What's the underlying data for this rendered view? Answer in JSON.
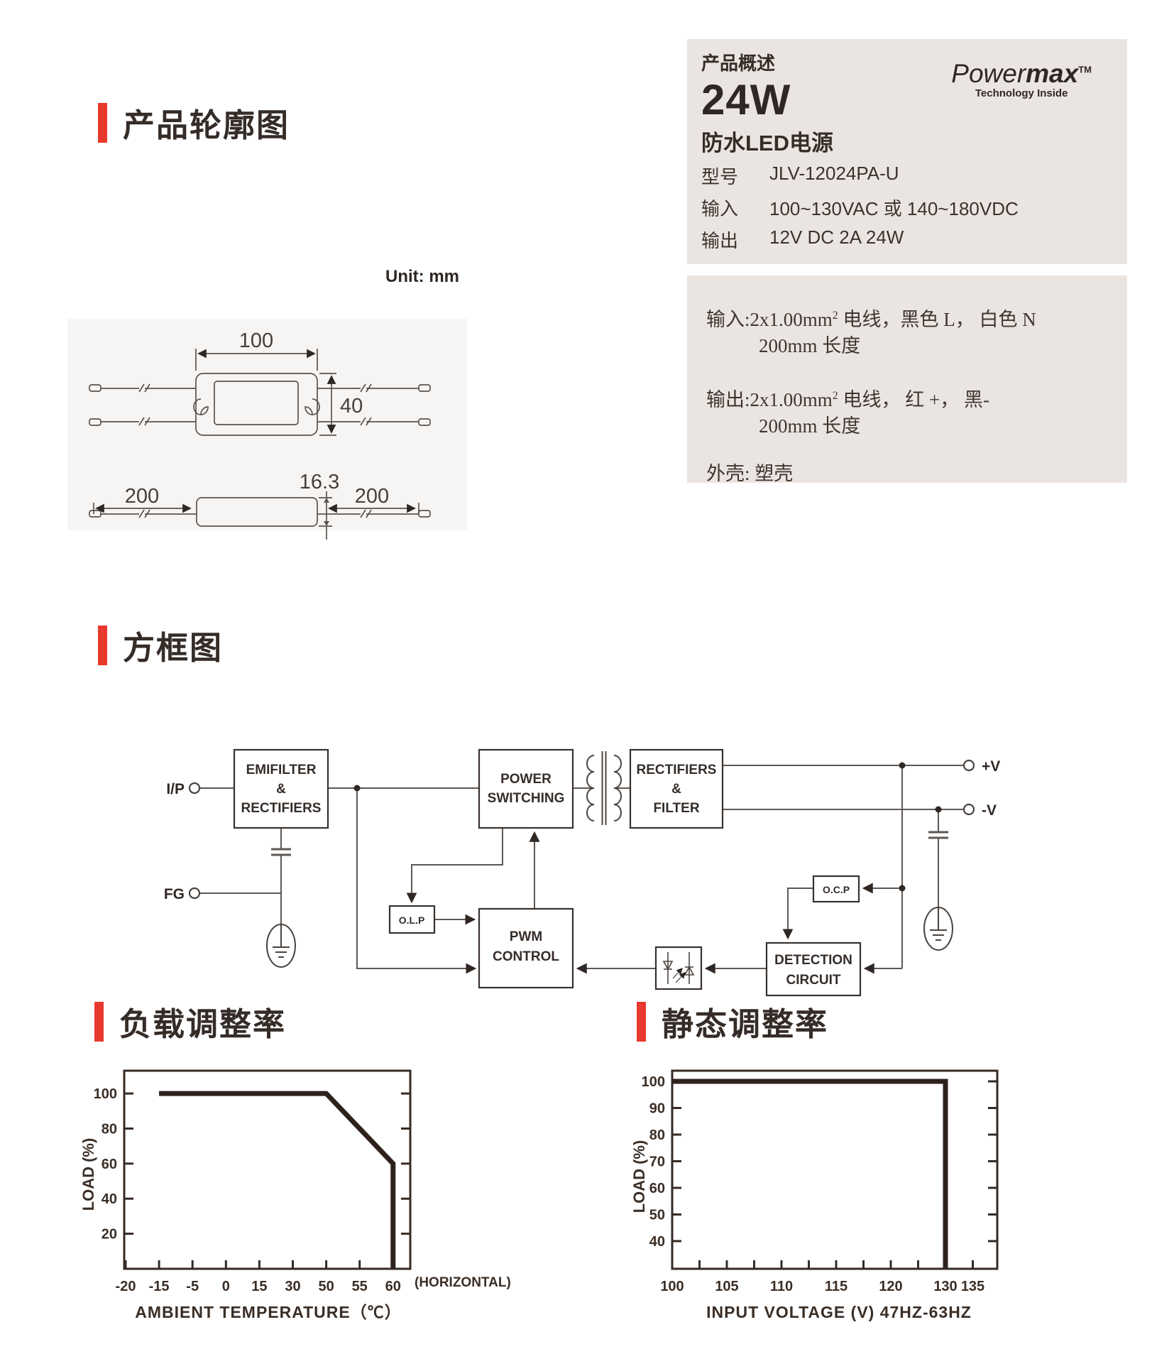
{
  "page": {
    "accent_red": "#e8392e",
    "panel_pink": "#ebe5e2",
    "panel_gray": "#f7f5f3",
    "ink": "#332b27"
  },
  "sections": {
    "outline": "产品轮廓图",
    "block": "方框图",
    "load_reg": "负载调整率",
    "static_reg": "静态调整率"
  },
  "overview": {
    "heading": "产品概述",
    "power": "24W",
    "subtitle": "防水LED电源",
    "rows": [
      {
        "label": "型号",
        "value": "JLV-12024PA-U"
      },
      {
        "label": "输入",
        "value": "100~130VAC 或 140~180VDC"
      },
      {
        "label": "输出",
        "value": "12V DC 2A 24W"
      }
    ],
    "brand_light": "Power",
    "brand_bold": "max",
    "brand_tm": "TM",
    "brand_sub": "Technology Inside"
  },
  "wires": {
    "input_label": "输入:",
    "input_pre": "2x1.00mm",
    "sup": "2",
    "input_post": " 电线，黑色 L， 白色 N",
    "input_len": "200mm 长度",
    "output_label": "输出:",
    "output_pre": "2x1.00mm",
    "output_post": " 电线， 红 +， 黑-",
    "output_len": "200mm 长度",
    "case_line": "外壳: 塑壳"
  },
  "outline": {
    "unit": "Unit: mm",
    "dim_length": "100",
    "dim_width": "40",
    "dim_height": "16.3",
    "dim_wire_left": "200",
    "dim_wire_right": "200"
  },
  "diagram": {
    "terminals": {
      "ip": "I/P",
      "fg": "FG",
      "pv": "+V",
      "nv": "-V"
    },
    "blocks": {
      "emi1": "EMIFILTER",
      "emi2": "&",
      "emi3": "RECTIFIERS",
      "ps1": "POWER",
      "ps2": "SWITCHING",
      "rf1": "RECTIFIERS",
      "rf2": "&",
      "rf3": "FILTER",
      "pwm1": "PWM",
      "pwm2": "CONTROL",
      "olp": "O.L.P",
      "ocp": "O.C.P",
      "det1": "DETECTION",
      "det2": "CIRCUIT"
    }
  },
  "chart_data": [
    {
      "type": "line",
      "title": "负载调整率",
      "ylabel": "LOAD (%)",
      "xlabel": "AMBIENT TEMPERATURE（℃）",
      "annotation": "(HORIZONTAL)",
      "x_ticks": [
        {
          "v": -20,
          "label": "-20"
        },
        {
          "v": -15,
          "label": "-15"
        },
        {
          "v": -5,
          "label": "-5"
        },
        {
          "v": 0,
          "label": "0"
        },
        {
          "v": 15,
          "label": "15"
        },
        {
          "v": 30,
          "label": "30"
        },
        {
          "v": 50,
          "label": "50"
        },
        {
          "v": 55,
          "label": "55"
        },
        {
          "v": 60,
          "label": "60"
        }
      ],
      "x_axis_style": "categorical-even-spacing",
      "y_ticks": [
        20,
        40,
        60,
        80,
        100
      ],
      "ylim": [
        0,
        113
      ],
      "grid": false,
      "points": [
        [
          -15,
          100
        ],
        [
          50,
          100
        ],
        [
          60,
          60
        ],
        [
          60,
          0
        ]
      ]
    },
    {
      "type": "line",
      "title": "静态调整率",
      "ylabel": "LOAD (%)",
      "xlabel": "INPUT VOLTAGE (V) 47HZ-63HZ",
      "annotation": "",
      "x_ticks": [
        {
          "v": 100,
          "label": "100"
        },
        {
          "v": 102.5,
          "label": ""
        },
        {
          "v": 105,
          "label": "105"
        },
        {
          "v": 107.5,
          "label": ""
        },
        {
          "v": 110,
          "label": "110"
        },
        {
          "v": 112.5,
          "label": ""
        },
        {
          "v": 115,
          "label": "115"
        },
        {
          "v": 117.5,
          "label": ""
        },
        {
          "v": 120,
          "label": "120"
        },
        {
          "v": 125,
          "label": ""
        },
        {
          "v": 130,
          "label": "130"
        },
        {
          "v": 135,
          "label": "135"
        }
      ],
      "x_axis_style": "categorical-even-spacing",
      "y_ticks": [
        40,
        50,
        60,
        70,
        80,
        90,
        100
      ],
      "ylim": [
        29.6,
        104
      ],
      "grid": false,
      "points": [
        [
          100,
          100
        ],
        [
          130,
          100
        ],
        [
          130,
          0
        ]
      ]
    }
  ]
}
